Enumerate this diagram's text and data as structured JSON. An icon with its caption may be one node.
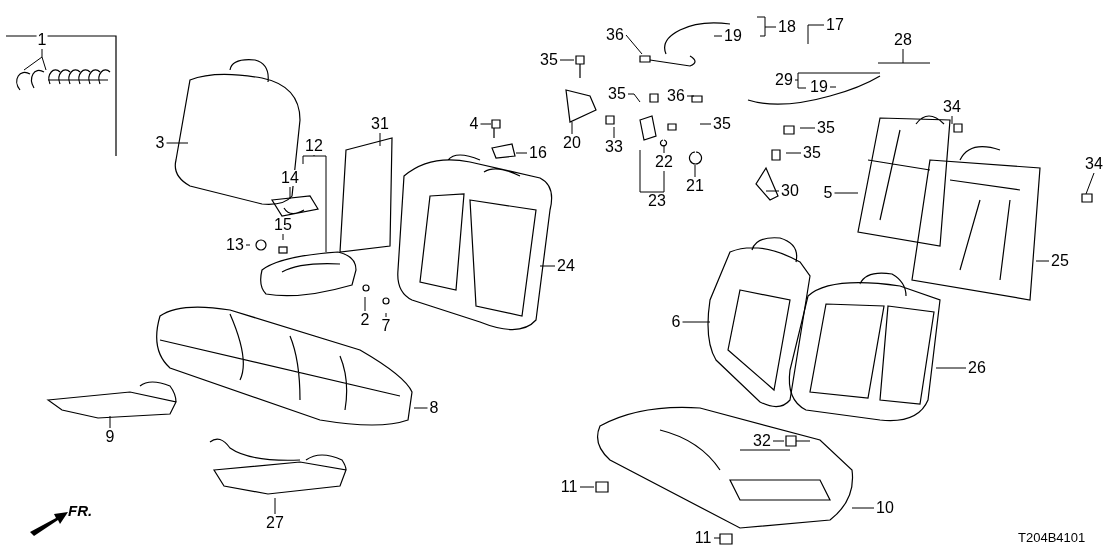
{
  "diagram": {
    "nodes": [
      {
        "text": [
          "1"
        ]
      },
      {
        "text": [
          "36"
        ]
      },
      {
        "text": [
          "17"
        ]
      },
      {
        "text": [
          "18"
        ]
      },
      {
        "text": [
          "19"
        ]
      },
      {
        "text": [
          "35"
        ]
      },
      {
        "text": [
          "28"
        ]
      },
      {
        "text": [
          "29"
        ]
      },
      {
        "text": [
          "19"
        ]
      },
      {
        "text": [
          "3"
        ]
      },
      {
        "text": [
          "12"
        ]
      },
      {
        "text": [
          "31"
        ]
      },
      {
        "text": [
          "36"
        ]
      },
      {
        "text": [
          "35"
        ]
      },
      {
        "text": [
          "34"
        ]
      },
      {
        "text": [
          "4"
        ]
      },
      {
        "text": [
          "35"
        ]
      },
      {
        "text": [
          "35"
        ]
      },
      {
        "text": [
          "16"
        ]
      },
      {
        "text": [
          "14"
        ]
      },
      {
        "text": [
          "20"
        ]
      },
      {
        "text": [
          "33"
        ]
      },
      {
        "text": [
          "22"
        ]
      },
      {
        "text": [
          "35"
        ]
      },
      {
        "text": [
          "34"
        ]
      },
      {
        "text": [
          "21"
        ]
      },
      {
        "text": [
          "23"
        ]
      },
      {
        "text": [
          "30"
        ]
      },
      {
        "text": [
          "5"
        ]
      },
      {
        "text": [
          "15"
        ]
      },
      {
        "text": [
          "13"
        ]
      },
      {
        "text": [
          "24"
        ]
      },
      {
        "text": [
          "25"
        ]
      },
      {
        "text": [
          "2"
        ]
      },
      {
        "text": [
          "7"
        ]
      },
      {
        "text": [
          "6"
        ]
      },
      {
        "text": [
          "26"
        ]
      },
      {
        "text": [
          "8"
        ]
      },
      {
        "text": [
          "9"
        ]
      },
      {
        "text": [
          "32"
        ]
      },
      {
        "text": [
          "11"
        ]
      },
      {
        "text": [
          "10"
        ]
      },
      {
        "text": [
          "27"
        ]
      },
      {
        "text": [
          "11"
        ]
      }
    ],
    "edges": [
      {
        "from": 0,
        "to": null,
        "arrow": "none"
      },
      {
        "from": 1,
        "to": null,
        "arrow": "none"
      },
      {
        "from": 2,
        "to": null,
        "arrow": "none"
      },
      {
        "from": 3,
        "to": null,
        "arrow": "none"
      },
      {
        "from": 4,
        "to": null,
        "arrow": "none"
      },
      {
        "from": 5,
        "to": null,
        "arrow": "none"
      },
      {
        "from": 6,
        "to": null,
        "arrow": "none"
      },
      {
        "from": 7,
        "to": null,
        "arrow": "none"
      },
      {
        "from": 8,
        "to": null,
        "arrow": "none"
      },
      {
        "from": 9,
        "to": null,
        "arrow": "none"
      },
      {
        "from": 10,
        "to": null,
        "arrow": "none"
      },
      {
        "from": 11,
        "to": null,
        "arrow": "none"
      },
      {
        "from": 12,
        "to": null,
        "arrow": "none"
      },
      {
        "from": 13,
        "to": null,
        "arrow": "none"
      },
      {
        "from": 14,
        "to": null,
        "arrow": "none"
      },
      {
        "from": 15,
        "to": null,
        "arrow": "none"
      },
      {
        "from": 16,
        "to": null,
        "arrow": "none"
      },
      {
        "from": 17,
        "to": null,
        "arrow": "none"
      },
      {
        "from": 18,
        "to": null,
        "arrow": "none"
      },
      {
        "from": 19,
        "to": null,
        "arrow": "none"
      },
      {
        "from": 20,
        "to": null,
        "arrow": "none"
      },
      {
        "from": 21,
        "to": null,
        "arrow": "none"
      },
      {
        "from": 22,
        "to": null,
        "arrow": "none"
      },
      {
        "from": 23,
        "to": null,
        "arrow": "none"
      },
      {
        "from": 24,
        "to": null,
        "arrow": "none"
      },
      {
        "from": 25,
        "to": null,
        "arrow": "none"
      },
      {
        "from": 26,
        "to": null,
        "arrow": "none"
      },
      {
        "from": 27,
        "to": null,
        "arrow": "none"
      },
      {
        "from": 28,
        "to": null,
        "arrow": "none"
      },
      {
        "from": 29,
        "to": null,
        "arrow": "none"
      },
      {
        "from": 30,
        "to": null,
        "arrow": "none"
      },
      {
        "from": 31,
        "to": null,
        "arrow": "none"
      },
      {
        "from": 32,
        "to": null,
        "arrow": "none"
      },
      {
        "from": 33,
        "to": null,
        "arrow": "none"
      },
      {
        "from": 34,
        "to": null,
        "arrow": "none"
      },
      {
        "from": 35,
        "to": null,
        "arrow": "none"
      },
      {
        "from": 36,
        "to": null,
        "arrow": "none"
      },
      {
        "from": 37,
        "to": null,
        "arrow": "none"
      },
      {
        "from": 38,
        "to": null,
        "arrow": "none"
      },
      {
        "from": 39,
        "to": null,
        "arrow": "none"
      },
      {
        "from": 40,
        "to": null,
        "arrow": "none"
      },
      {
        "from": 41,
        "to": null,
        "arrow": "none"
      },
      {
        "from": 42,
        "to": null,
        "arrow": "none"
      },
      {
        "from": 43,
        "to": null,
        "arrow": "none"
      },
      {
        "from": 26,
        "to": 22,
        "arrow": "none"
      }
    ],
    "labels": [
      "FR.",
      "T204B4101"
    ]
  }
}
